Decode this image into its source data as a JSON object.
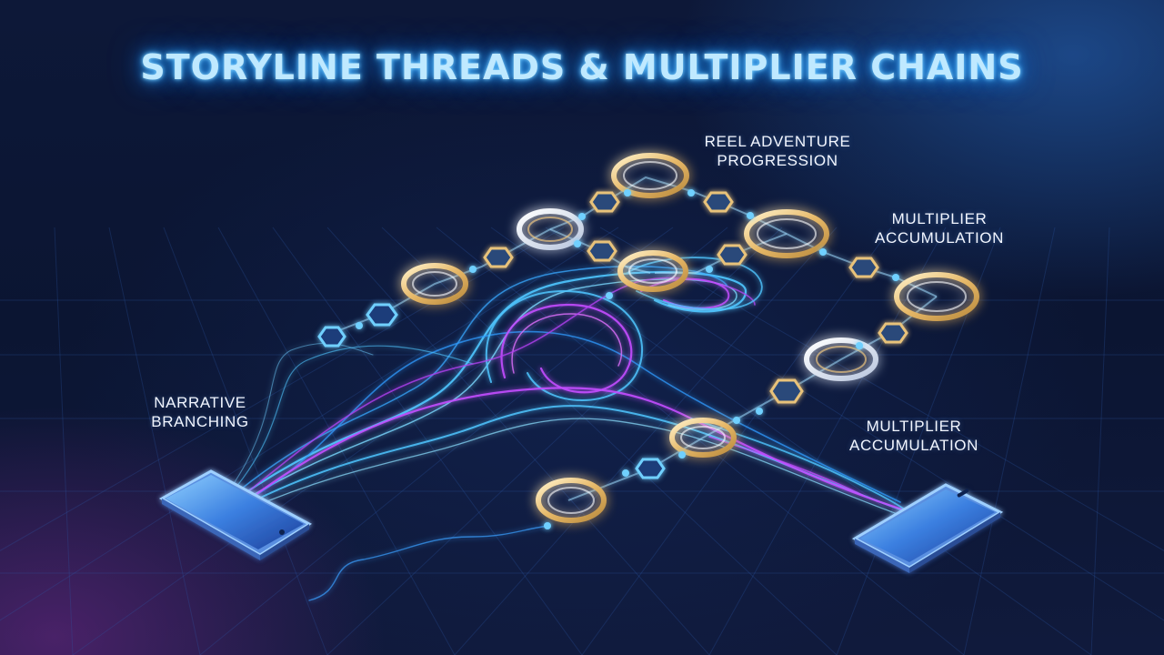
{
  "title": "STORYLINE THREADS & MULTIPLIER CHAINS",
  "labels": {
    "reel_adventure": [
      "REEL ADVENTURE",
      "PROGRESSION"
    ],
    "multiplier_top": [
      "MULTIPLIER",
      "ACCUMULATION"
    ],
    "narrative": [
      "NARRATIVE",
      "BRANCHING"
    ],
    "multiplier_bottom": [
      "MULTIPLIER",
      "ACCUMULATION"
    ]
  },
  "colors": {
    "background": "#0b1330",
    "title_glow": "#3aa9ff",
    "thread_cyan": "#4fc6ff",
    "thread_magenta": "#c34dff",
    "ring_gold": "#e8c27a",
    "node_blue": "#6fd0ff",
    "phone_body": "#7fb7ff"
  },
  "icons": [
    "smartphone-left-icon",
    "smartphone-right-icon",
    "ring-node-icon",
    "hexagon-node-icon"
  ]
}
